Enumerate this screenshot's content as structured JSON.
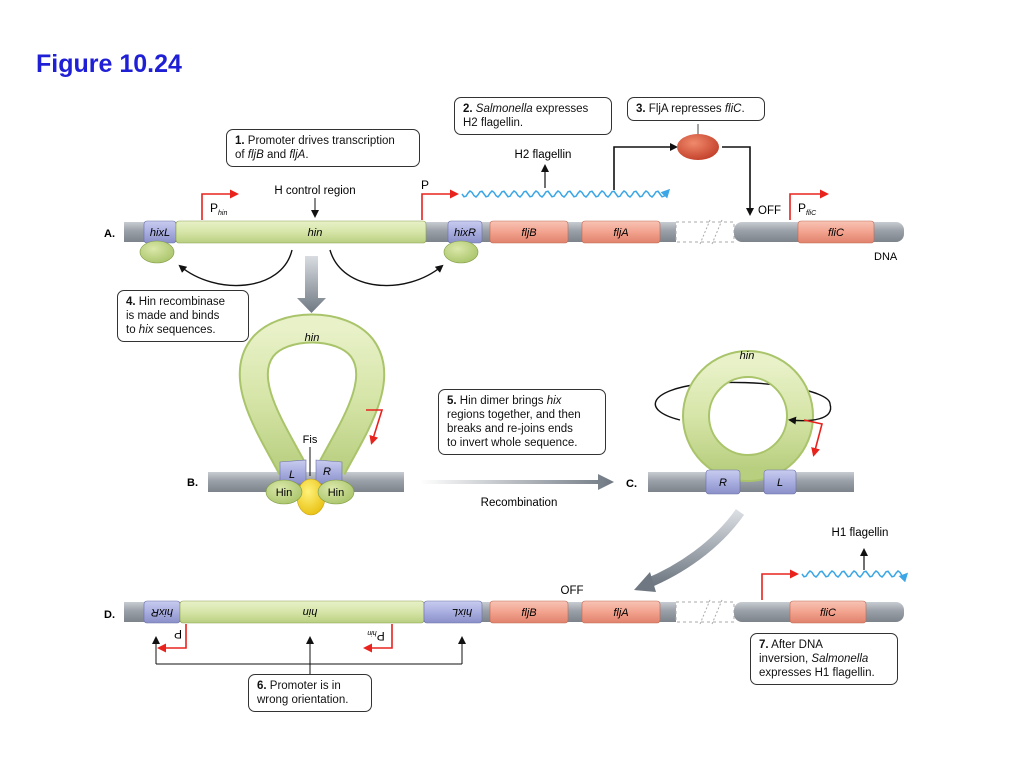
{
  "title": "Figure 10.24",
  "rows": {
    "a": "A.",
    "b": "B.",
    "c": "C.",
    "d": "D."
  },
  "genes": {
    "hixL": "hixL",
    "hin": "hin",
    "hixR": "hixR",
    "fljB": "fljB",
    "fljA": "fljA",
    "fliC": "fliC",
    "L": "L",
    "R": "R"
  },
  "labels": {
    "dna": "DNA",
    "h_control_region": "H control region",
    "p": "P",
    "p_hin_main": "P",
    "p_hin_sub": "hin",
    "p_flic_main": "P",
    "p_flic_sub": "fliC",
    "off_a": "OFF",
    "off_d": "OFF",
    "h2_flagellin": "H2 flagellin",
    "h1_flagellin": "H1 flagellin",
    "fis": "Fis",
    "hin_protein": "Hin",
    "recombination": "Recombination"
  },
  "callouts": {
    "c1": {
      "num": "1.",
      "t1": " Promoter drives transcription",
      "t2": "of ",
      "g1": "fljB",
      "t3": " and ",
      "g2": "fljA",
      "t4": "."
    },
    "c2": {
      "num": "2.",
      "g1": "Salmonella",
      "t1": " expresses",
      "t2": "H2 flagellin."
    },
    "c3": {
      "num": "3.",
      "t1": " FljA represses ",
      "g1": "fliC",
      "t2": "."
    },
    "c4": {
      "num": "4.",
      "t1": " Hin recombinase",
      "t2": "is made and binds",
      "t3": "to ",
      "g1": "hix",
      "t4": " sequences."
    },
    "c5": {
      "num": "5.",
      "t1": " Hin dimer brings ",
      "g1": "hix",
      "t2": "regions together, and then",
      "t3": "breaks and re-joins ends",
      "t4": "to invert whole sequence."
    },
    "c6": {
      "num": "6.",
      "t1": " Promoter is in",
      "t2": "wrong orientation."
    },
    "c7": {
      "num": "7.",
      "t1": " After DNA",
      "t2": "inversion, ",
      "g1": "Salmonella",
      "t3": "expresses H1 flagellin."
    }
  },
  "colors": {
    "dna_gray": "#9aa0a8",
    "hin_green": "#d6e5a8",
    "hix_blue": "#a9aee0",
    "gene_salmon": "#f2a28e",
    "promoter_red": "#e8231e",
    "mrna_blue": "#3aa6e6",
    "repressor_red": "#d9523a",
    "hin_protein": "#c5d88a",
    "fis_yellow": "#f6d520",
    "title_blue": "#1f1fd6"
  }
}
